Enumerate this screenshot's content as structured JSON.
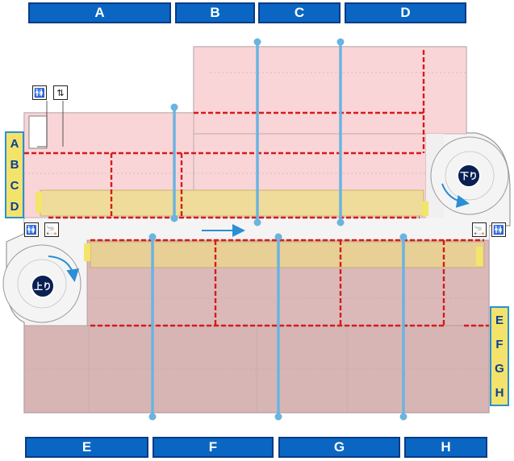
{
  "top_columns": [
    {
      "id": "col-A",
      "label": "A"
    },
    {
      "id": "col-B",
      "label": "B"
    },
    {
      "id": "col-C",
      "label": "C"
    },
    {
      "id": "col-D",
      "label": "D"
    }
  ],
  "bottom_columns": [
    {
      "id": "col-E",
      "label": "E"
    },
    {
      "id": "col-F",
      "label": "F"
    },
    {
      "id": "col-G",
      "label": "G"
    },
    {
      "id": "col-H",
      "label": "H"
    }
  ],
  "left_rows": [
    "A",
    "B",
    "C",
    "D"
  ],
  "right_rows": [
    "E",
    "F",
    "G",
    "H"
  ],
  "ramps": {
    "down": "下り",
    "up": "上り"
  },
  "icons": {
    "restroom": "restroom-icon",
    "elevator": "elevator-icon",
    "smoking": "smoking-icon"
  },
  "colors": {
    "tab_fill": "#0a66c2",
    "tab_border": "#083b86",
    "row_fill": "#f3e36b",
    "row_border": "#2b8fd6",
    "upper_zone": "#f9d5d8",
    "lower_zone": "#dbb9b9",
    "parking_strip": "#efdc9a",
    "divider_red": "#d61b1b",
    "divider_blue": "#6bb3e0",
    "ramp_fill": "#0a1f52",
    "flow_arrow": "#2b8fd6"
  }
}
